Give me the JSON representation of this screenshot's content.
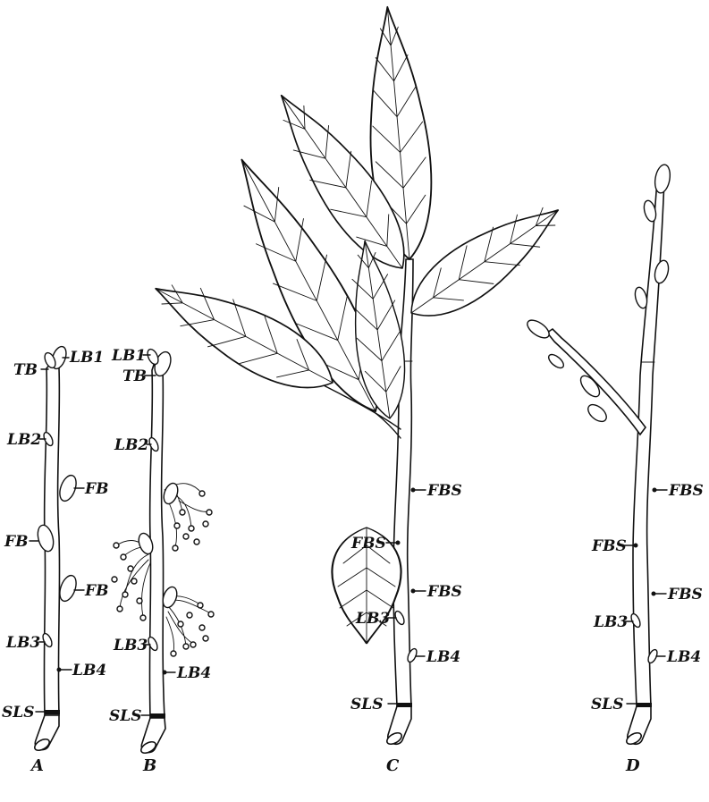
{
  "figure": {
    "twig_A": {
      "caption": "A",
      "labels": {
        "tb": "TB",
        "lb1": "LB1",
        "lb2": "LB2",
        "fb_right_1": "FB",
        "fb_left": "FB",
        "fb_right_2": "FB",
        "lb3": "LB3",
        "lb4": "LB4",
        "sls": "SLS"
      }
    },
    "twig_B": {
      "caption": "B",
      "labels": {
        "lb1": "LB1",
        "tb": "TB",
        "lb2": "LB2",
        "lb3": "LB3",
        "lb4": "LB4",
        "sls": "SLS"
      }
    },
    "twig_C": {
      "caption": "C",
      "labels": {
        "fbs_right_1": "FBS",
        "fbs_left": "FBS",
        "fbs_right_2": "FBS",
        "lb3": "LB3",
        "lb4": "LB4",
        "sls": "SLS"
      }
    },
    "twig_D": {
      "caption": "D",
      "labels": {
        "fbs_right_1": "FBS",
        "fbs_left": "FBS",
        "fbs_right_2": "FBS",
        "lb3": "LB3",
        "lb4": "LB4",
        "sls": "SLS"
      }
    }
  }
}
